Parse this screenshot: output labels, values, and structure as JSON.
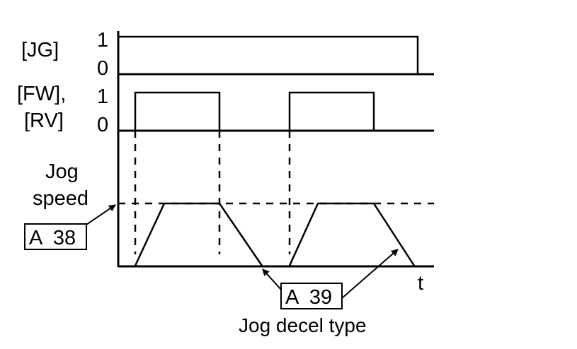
{
  "signals": {
    "jg": {
      "label": "[JG]",
      "high": "1",
      "low": "0"
    },
    "fwrv": {
      "label_line1": "[FW],",
      "label_line2": "[RV]",
      "high": "1",
      "low": "0"
    }
  },
  "speed": {
    "label_line1": "Jog",
    "label_line2": "speed"
  },
  "axis": {
    "time_label": "t"
  },
  "params": {
    "a38": "A  38",
    "a39": "A  39"
  },
  "caption": "Jog decel type"
}
